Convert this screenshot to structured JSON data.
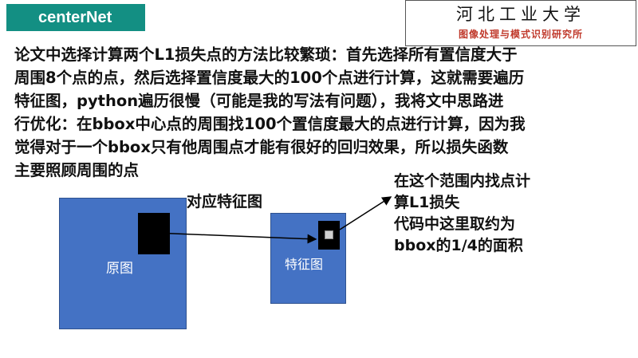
{
  "header": {
    "title": "centerNet"
  },
  "logo": {
    "name": "河北工业大学",
    "subtitle": "图像处理与模式识别研究所"
  },
  "body": {
    "lines": [
      "论文中选择计算两个L1损失点的方法比较繁琐：首先选择所有置信度大于",
      "周围8个点的点，然后选择置信度最大的100个点进行计算，这就需要遍历",
      "特征图，python遍历很慢（可能是我的写法有问题），我将文中思路进",
      "行优化：在bbox中心点的周围找100个置信度最大的点进行计算，因为我",
      "觉得对于一个bbox只有他周围点才能有很好的回归效果，所以损失函数",
      "主要照顾周围的点"
    ]
  },
  "diagram": {
    "mapping_caption": "对应特征图",
    "original_label": "原图",
    "feature_label": "特征图",
    "note": [
      "在这个范围内找点计",
      "算L1损失",
      "代码中这里取约为",
      "bbox的1/4的面积"
    ]
  },
  "colors": {
    "title_bg": "#138f83",
    "box_fill": "#4472c4",
    "logo_sub": "#c0392b"
  }
}
